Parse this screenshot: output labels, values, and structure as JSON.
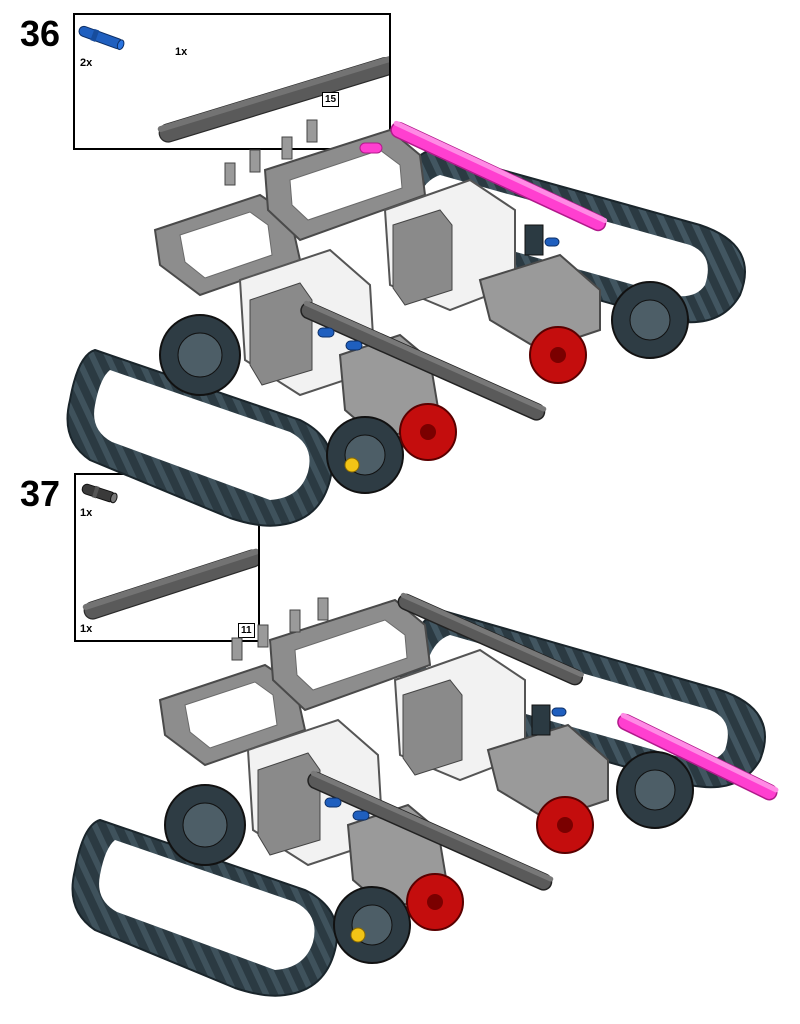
{
  "steps": [
    {
      "number": "36",
      "parts": [
        {
          "qty": "2x",
          "part": "blue-axle-pin"
        },
        {
          "qty": "1x",
          "part": "dark-gray-beam",
          "length": "15"
        }
      ]
    },
    {
      "number": "37",
      "parts": [
        {
          "qty": "1x",
          "part": "dark-gray-axle-pin"
        },
        {
          "qty": "1x",
          "part": "dark-gray-beam",
          "length": "11"
        }
      ]
    }
  ],
  "colors": {
    "track": "#2b3a42",
    "frame": "#8d8d8d",
    "beam": "#5a5a5a",
    "highlight": "#ff3fd0",
    "motor": "#f2f2f2",
    "hub": "#c40d0d",
    "pin_blue": "#1f5fbf",
    "pin_yellow": "#f2c416"
  }
}
